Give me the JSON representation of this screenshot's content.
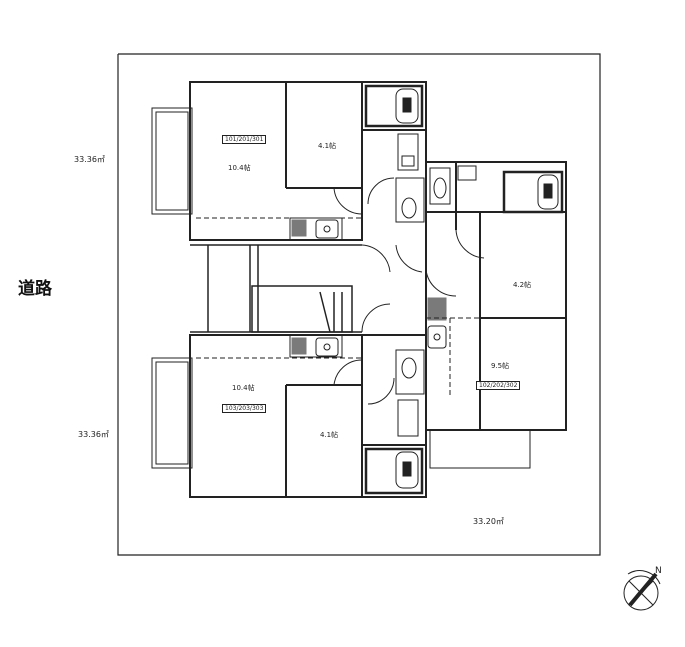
{
  "site": {
    "road_label": "道路",
    "area_labels": [
      {
        "id": "upper",
        "text": "33.36㎡"
      },
      {
        "id": "lower",
        "text": "33.36㎡"
      },
      {
        "id": "right",
        "text": "33.20㎡"
      }
    ]
  },
  "units": [
    {
      "id": "unit-a",
      "number_label": "101/201/301",
      "rooms": [
        {
          "text": "10.4帖"
        },
        {
          "text": "4.1帖"
        }
      ]
    },
    {
      "id": "unit-b",
      "number_label": "102/202/302",
      "rooms": [
        {
          "text": "4.2帖"
        },
        {
          "text": "9.5帖"
        }
      ]
    },
    {
      "id": "unit-c",
      "number_label": "103/203/303",
      "rooms": [
        {
          "text": "10.4帖"
        },
        {
          "text": "4.1帖"
        }
      ]
    }
  ],
  "compass": {
    "label": "N"
  },
  "colors": {
    "line": "#222222",
    "background": "#ffffff"
  }
}
